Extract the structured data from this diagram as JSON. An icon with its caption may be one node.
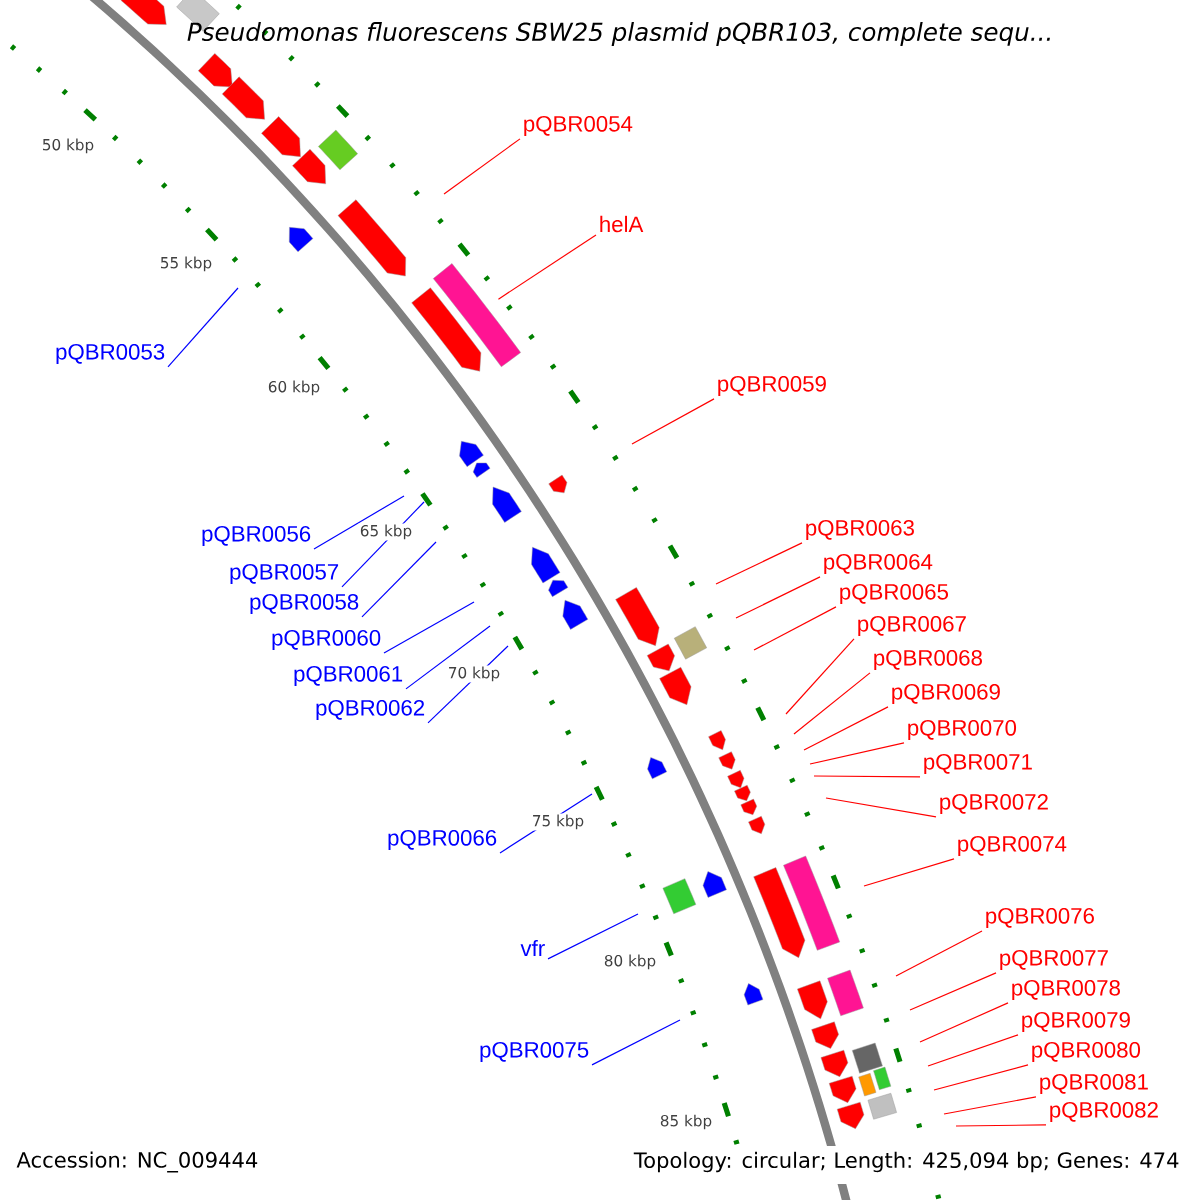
{
  "diagram": {
    "title": "*Pseudomonas fluorescens* SBW25 plasmid pQBR103, complete sequ...",
    "nodes": [
      {
        "text": [
          "pQBR0054"
        ]
      },
      {
        "text": [
          "helA"
        ]
      },
      {
        "text": [
          "pQBR0053"
        ]
      },
      {
        "text": [
          "pQBR0059"
        ]
      },
      {
        "text": [
          "pQBR0063"
        ]
      },
      {
        "text": [
          "pQBR0056"
        ]
      },
      {
        "text": [
          "pQBR0064"
        ]
      },
      {
        "text": [
          "pQBR0057"
        ]
      },
      {
        "text": [
          "pQBR0065"
        ]
      },
      {
        "text": [
          "pQBR0058"
        ]
      },
      {
        "text": [
          "pQBR0067"
        ]
      },
      {
        "text": [
          "pQBR0060"
        ]
      },
      {
        "text": [
          "pQBR0068"
        ]
      },
      {
        "text": [
          "pQBR0061"
        ]
      },
      {
        "text": [
          "pQBR0069"
        ]
      },
      {
        "text": [
          "pQBR0062"
        ]
      },
      {
        "text": [
          "pQBR0070"
        ]
      },
      {
        "text": [
          "pQBR0071"
        ]
      },
      {
        "text": [
          "pQBR0072"
        ]
      },
      {
        "text": [
          "pQBR0066"
        ]
      },
      {
        "text": [
          "pQBR0074"
        ]
      },
      {
        "text": [
          "pQBR0076"
        ]
      },
      {
        "text": [
          "vfr"
        ]
      },
      {
        "text": [
          "pQBR0077"
        ]
      },
      {
        "text": [
          "pQBR0078"
        ]
      },
      {
        "text": [
          "pQBR0079"
        ]
      },
      {
        "text": [
          "pQBR0075"
        ]
      },
      {
        "text": [
          "pQBR0080"
        ]
      },
      {
        "text": [
          "pQBR0081"
        ]
      },
      {
        "text": [
          "pQBR0082"
        ]
      },
      {
        "text": [],
        "shape": "bar"
      }
    ],
    "edges": [
      {
        "from": 0,
        "to": null,
        "arrow": "none"
      },
      {
        "from": 1,
        "to": 30,
        "arrow": "none"
      },
      {
        "from": 2,
        "to": null,
        "arrow": "none",
        "color": "#0000ff"
      },
      {
        "from": 3,
        "to": null,
        "arrow": "none"
      },
      {
        "from": 4,
        "to": null,
        "arrow": "none"
      },
      {
        "from": 5,
        "to": null,
        "arrow": "none",
        "color": "#0000ff"
      },
      {
        "from": 6,
        "to": null,
        "arrow": "none"
      },
      {
        "from": 7,
        "to": null,
        "arrow": "none",
        "color": "#0000ff"
      },
      {
        "from": 8,
        "to": null,
        "arrow": "none"
      },
      {
        "from": 9,
        "to": null,
        "arrow": "none",
        "color": "#0000ff"
      },
      {
        "from": 10,
        "to": null,
        "arrow": "none"
      },
      {
        "from": 11,
        "to": null,
        "arrow": "none",
        "color": "#0000ff"
      },
      {
        "from": 12,
        "to": null,
        "arrow": "none"
      },
      {
        "from": 13,
        "to": null,
        "arrow": "none",
        "color": "#0000ff"
      },
      {
        "from": 14,
        "to": null,
        "arrow": "none"
      },
      {
        "from": 15,
        "to": null,
        "arrow": "none",
        "color": "#0000ff"
      },
      {
        "from": 16,
        "to": null,
        "arrow": "none"
      },
      {
        "from": 17,
        "to": null,
        "arrow": "none"
      },
      {
        "from": 18,
        "to": null,
        "arrow": "none"
      },
      {
        "from": 19,
        "to": null,
        "arrow": "none",
        "color": "#0000ff"
      },
      {
        "from": 20,
        "to": null,
        "arrow": "none"
      },
      {
        "from": 21,
        "to": null,
        "arrow": "none"
      },
      {
        "from": 22,
        "to": null,
        "arrow": "none",
        "color": "#0000ff"
      },
      {
        "from": 23,
        "to": null,
        "arrow": "none"
      },
      {
        "from": 24,
        "to": null,
        "arrow": "none"
      },
      {
        "from": 25,
        "to": null,
        "arrow": "none"
      },
      {
        "from": 26,
        "to": null,
        "arrow": "none",
        "color": "#0000ff"
      },
      {
        "from": 27,
        "to": null,
        "arrow": "none"
      },
      {
        "from": 28,
        "to": null,
        "arrow": "none"
      },
      {
        "from": 29,
        "to": null,
        "arrow": "none"
      }
    ],
    "labels": [
      "50 kbp",
      "55 kbp",
      "60 kbp",
      "65 kbp",
      "70 kbp",
      "75 kbp",
      "80 kbp",
      "85 kbp",
      "Accession: NC_009444",
      "Topology: circular; Length: 425,094 bp; Genes: 474"
    ]
  }
}
